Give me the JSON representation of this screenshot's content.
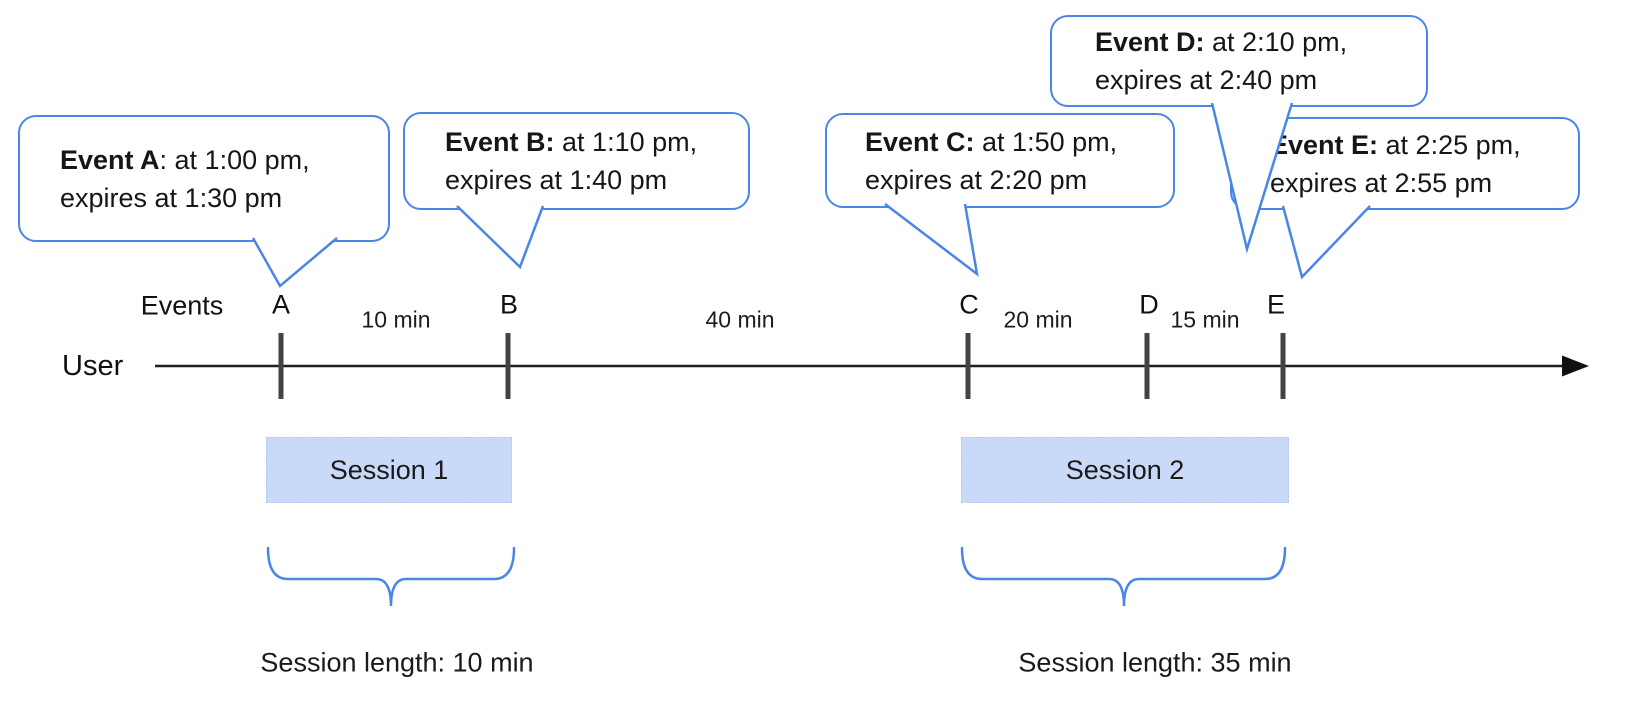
{
  "diagram": {
    "user_label": "User",
    "events_label": "Events",
    "letters": [
      "A",
      "B",
      "C",
      "D",
      "E"
    ],
    "intervals": [
      "10 min",
      "40 min",
      "20 min",
      "15 min"
    ],
    "callouts": [
      {
        "bold": "Event A",
        "rest": ": at 1:00 pm,",
        "line2": "expires at 1:30 pm"
      },
      {
        "bold": "Event B:",
        "rest": " at 1:10 pm,",
        "line2": "expires at 1:40 pm"
      },
      {
        "bold": "Event C:",
        "rest": " at 1:50 pm,",
        "line2": "expires at 2:20 pm"
      },
      {
        "bold": "Event D:",
        "rest": " at 2:10 pm,",
        "line2": "expires at 2:40 pm"
      },
      {
        "bold": "Event E:",
        "rest": " at 2:25 pm,",
        "line2": "expires at 2:55 pm"
      }
    ],
    "sessions": [
      {
        "label": "Session 1",
        "length": "Session length: 10 min"
      },
      {
        "label": "Session 2",
        "length": "Session length: 35 min"
      }
    ],
    "colors": {
      "accent_blue": "#4a86e8",
      "session_fill": "#c9daf8",
      "tick_gray": "#434343",
      "line_black": "#1f1f1f"
    }
  }
}
